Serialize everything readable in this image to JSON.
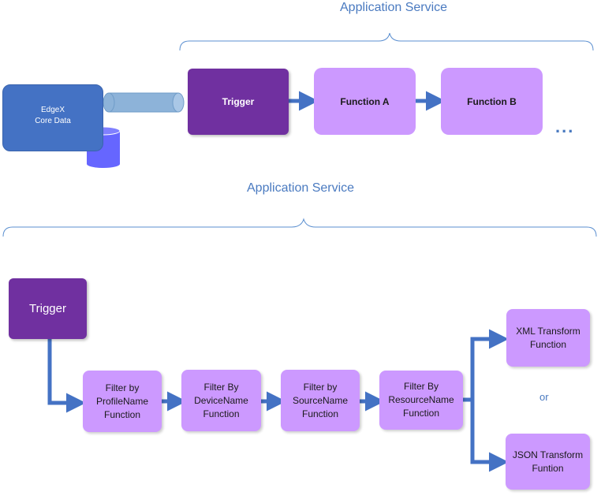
{
  "top": {
    "service_label": "Application Service",
    "core": {
      "line1": "EdgeX",
      "line2": "Core Data"
    },
    "trigger": "Trigger",
    "function_a": "Function A",
    "function_b": "Function B",
    "ellipsis": "..."
  },
  "bottom": {
    "service_label": "Application Service",
    "trigger": "Trigger",
    "filters": [
      {
        "line1": "Filter by",
        "line2": "ProfileName",
        "line3": "Function"
      },
      {
        "line1": "Filter By",
        "line2": "DeviceName",
        "line3": "Function"
      },
      {
        "line1": "Filter by",
        "line2": "SourceName",
        "line3": "Function"
      },
      {
        "line1": "Filter By",
        "line2": "ResourceName",
        "line3": "Function"
      }
    ],
    "xml_transform": {
      "line1": "XML Transform",
      "line2": "Function"
    },
    "or_label": "or",
    "json_transform": {
      "line1": "JSON Transform",
      "line2": "Funtion"
    }
  },
  "colors": {
    "accent_text": "#4a7ac0",
    "arrow": "#4472c4",
    "trigger": "#7030a0",
    "function": "#cc99ff",
    "core": "#4472c4",
    "pipe": "#8db3d9",
    "database": "#6666ff"
  }
}
